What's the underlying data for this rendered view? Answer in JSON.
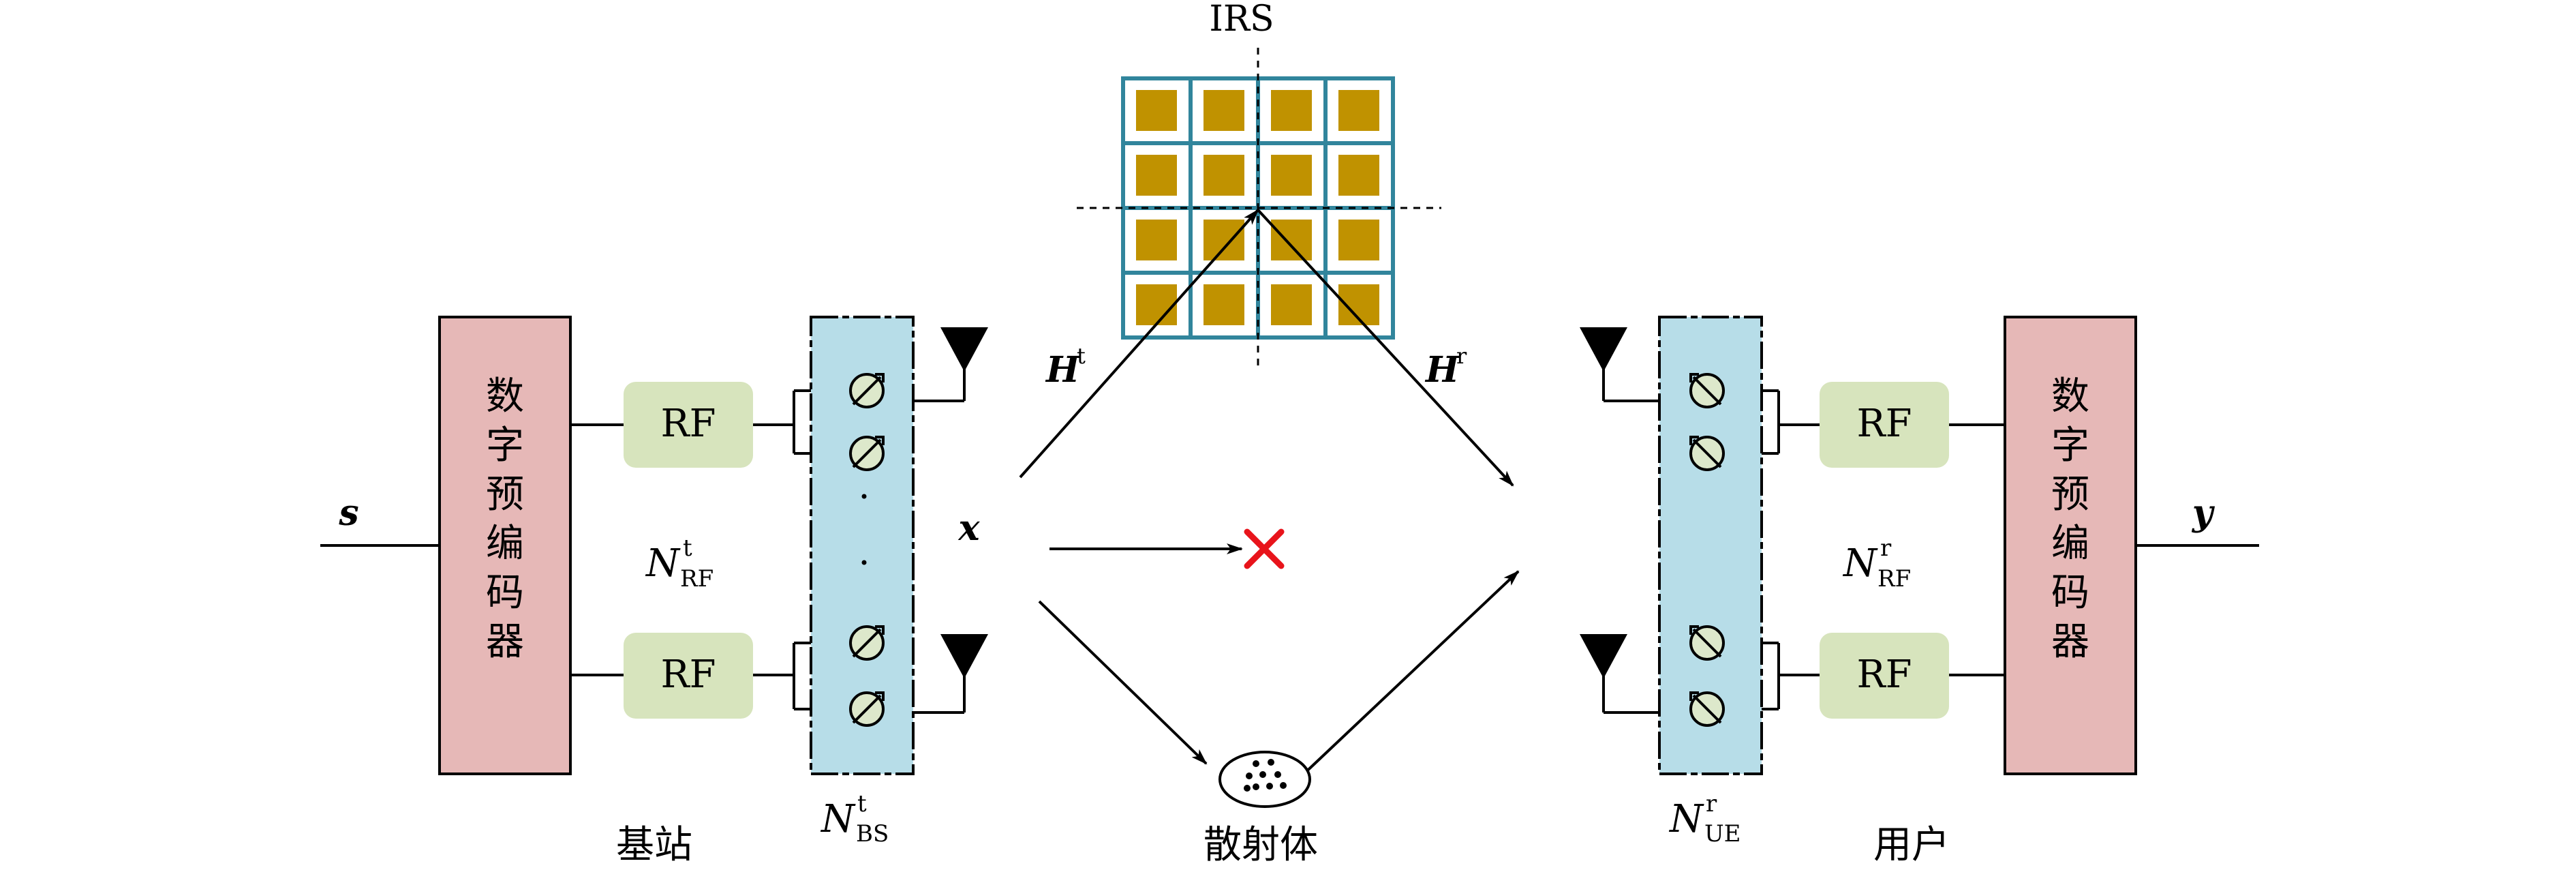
{
  "labels": {
    "irs": "IRS",
    "precoder_char_1": "数",
    "precoder_char_2": "字",
    "precoder_char_3": "预",
    "precoder_char_4": "编",
    "precoder_char_5": "码",
    "precoder_char_6": "器",
    "rf": "RF",
    "input_symbol": "s",
    "output_symbol": "y",
    "tx_signal": "x",
    "h_t_main": "H",
    "h_t_sup": "t",
    "h_r_main": "H",
    "h_r_sup": "r",
    "n_rf_t_main": "N",
    "n_rf_t_sup": "t",
    "n_rf_t_sub": "RF",
    "n_rf_r_main": "N",
    "n_rf_r_sup": "r",
    "n_rf_r_sub": "RF",
    "n_bs_main": "N",
    "n_bs_sup": "t",
    "n_bs_sub": "BS",
    "n_ue_main": "N",
    "n_ue_sup": "r",
    "n_ue_sub": "UE",
    "base_station": "基站",
    "scatterer": "散射体",
    "user": "用户"
  },
  "colors": {
    "precoder_fill": "#e6b8b7",
    "rf_fill": "#d7e4bd",
    "phase_array_fill": "#b7dde8",
    "irs_grid": "#31859c",
    "irs_element": "#c09200",
    "phase_shifter_fill": "#dde8cb",
    "blocked_mark": "#e8141b",
    "ink": "#000000"
  }
}
